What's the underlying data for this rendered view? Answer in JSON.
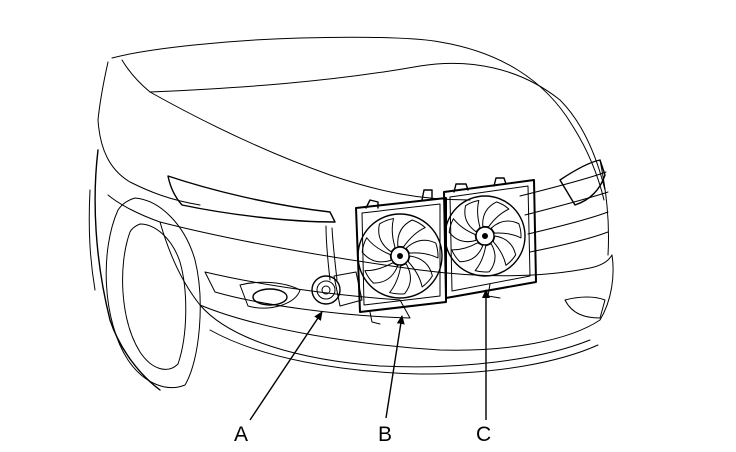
{
  "diagram": {
    "callouts": [
      {
        "id": "A",
        "label": "A"
      },
      {
        "id": "B",
        "label": "B"
      },
      {
        "id": "C",
        "label": "C"
      }
    ],
    "colors": {
      "line": "#000000",
      "background": "#ffffff"
    }
  }
}
